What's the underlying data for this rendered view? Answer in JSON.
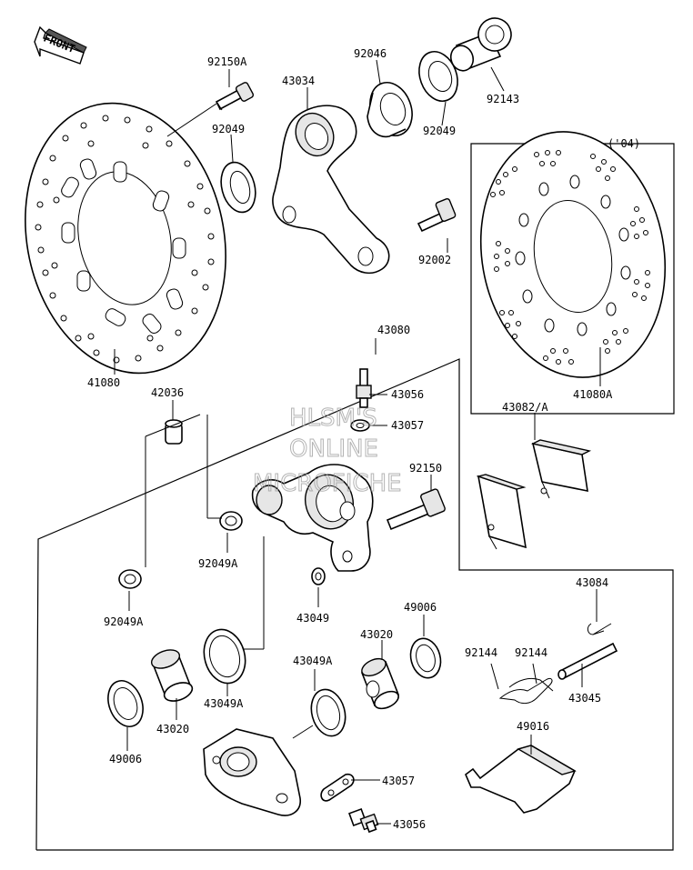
{
  "front_label": "FRONT",
  "variant_note": "('04)",
  "watermark": [
    "HLSM'S",
    "ONLINE",
    "MICROFICHE"
  ],
  "parts": [
    {
      "id": "92150A"
    },
    {
      "id": "43034"
    },
    {
      "id": "92046"
    },
    {
      "id": "92143"
    },
    {
      "id": "92049"
    },
    {
      "id": "92049"
    },
    {
      "id": "92002"
    },
    {
      "id": "41080"
    },
    {
      "id": "41080A"
    },
    {
      "id": "43080"
    },
    {
      "id": "43056"
    },
    {
      "id": "43057"
    },
    {
      "id": "42036"
    },
    {
      "id": "43082/A"
    },
    {
      "id": "92150"
    },
    {
      "id": "92049A"
    },
    {
      "id": "92049A"
    },
    {
      "id": "43049"
    },
    {
      "id": "43084"
    },
    {
      "id": "49006"
    },
    {
      "id": "43020"
    },
    {
      "id": "43049A"
    },
    {
      "id": "92144"
    },
    {
      "id": "92144"
    },
    {
      "id": "43045"
    },
    {
      "id": "43049A"
    },
    {
      "id": "49006"
    },
    {
      "id": "43020"
    },
    {
      "id": "49016"
    },
    {
      "id": "43057"
    },
    {
      "id": "43056"
    }
  ]
}
